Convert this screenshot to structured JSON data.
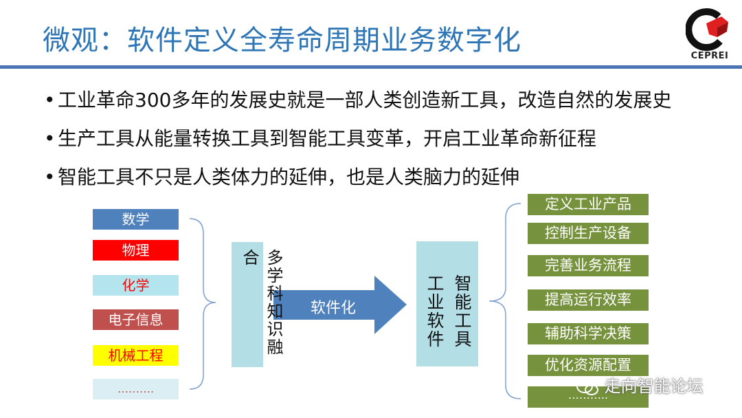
{
  "header": {
    "title": "微观：软件定义全寿命周期业务数字化",
    "logo_text": "CEPREI"
  },
  "bullets": [
    "工业革命300多年的发展史就是一部人类创造新工具，改造自然的发展史",
    "生产工具从能量转换工具到智能工具变革，开启工业革命新征程",
    "智能工具不只是人类体力的延伸，也是人类脑力的延伸"
  ],
  "diagram": {
    "disciplines": [
      {
        "label": "数学",
        "bg": "#4f81bd",
        "color": "#ffffff"
      },
      {
        "label": "物理",
        "bg": "#ff0000",
        "color": "#ffffff"
      },
      {
        "label": "化学",
        "bg": "#b4e4ee",
        "color": "#ff0000"
      },
      {
        "label": "电子信息",
        "bg": "#c0504d",
        "color": "#ffffff"
      },
      {
        "label": "机械工程",
        "bg": "#ffff00",
        "color": "#ff0000"
      },
      {
        "label": "……….",
        "bg": "#dbeef4",
        "color": "#c0504d"
      }
    ],
    "fusion_label": "多学科知识融合",
    "arrow_label": "软件化",
    "tool_col1": "智能工具",
    "tool_col2": "工业软件",
    "outcomes": [
      "定义工业产品",
      "控制生产设备",
      "完善业务流程",
      "提高运行效率",
      "辅助科学决策",
      "优化资源配置",
      "……….."
    ]
  },
  "watermark": "走向智能论坛",
  "colors": {
    "title": "#2e75b6",
    "rule": "#4a74b5",
    "arrow": "#4f81bd",
    "green": "#76923c",
    "light_blue": "#b4dee6",
    "logo_red": "#e02020"
  }
}
